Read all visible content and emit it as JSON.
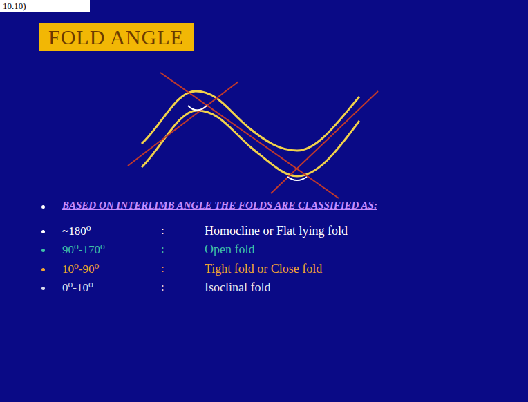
{
  "diagram": {
    "title": "FOLD ANGLE",
    "labels": [
      "10.10)",
      "BASED ON INTERLIMB ANGLE THE FOLDS ARE CLASSIFIED AS:",
      "~180⁰",
      ":",
      "Homocline or Flat lying fold",
      "90⁰-170⁰",
      ":",
      "Open fold",
      "10⁰-90⁰",
      ":",
      "Tight fold or Close fold",
      "0⁰-10⁰",
      ":",
      "Isoclinal fold"
    ]
  }
}
